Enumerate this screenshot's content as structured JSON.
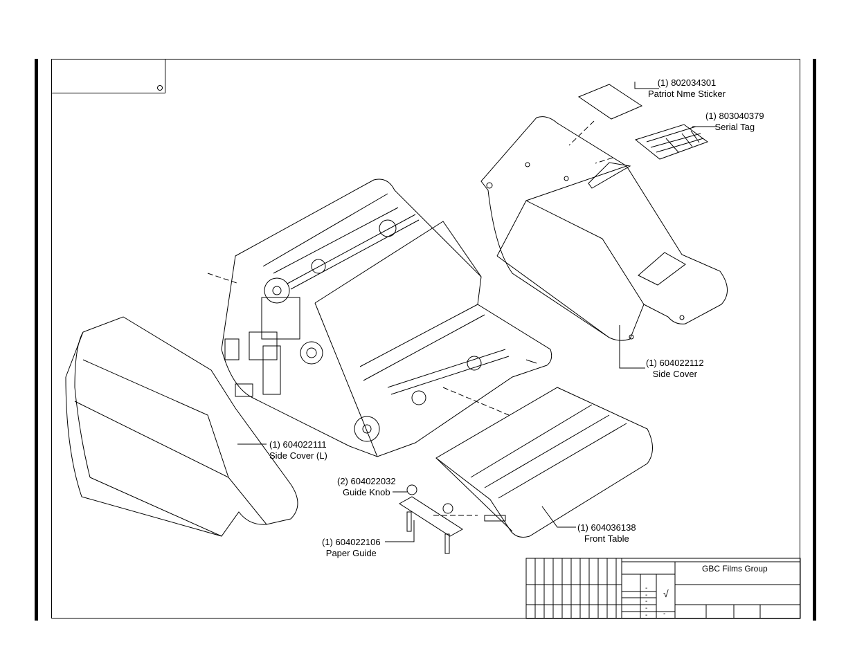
{
  "callouts": [
    {
      "id": "sticker",
      "line1": "(1) 802034301",
      "line2": "Patriot Nme Sticker"
    },
    {
      "id": "serial-tag",
      "line1": "(1) 803040379",
      "line2": "Serial Tag"
    },
    {
      "id": "side-cover",
      "line1": "(1) 604022112",
      "line2": "Side Cover"
    },
    {
      "id": "side-cover-l",
      "line1": "(1) 604022111",
      "line2": "Side Cover (L)"
    },
    {
      "id": "guide-knob",
      "line1": "(2) 604022032",
      "line2": "Guide Knob"
    },
    {
      "id": "paper-guide",
      "line1": "(1) 604022106",
      "line2": "Paper Guide"
    },
    {
      "id": "front-table",
      "line1": "(1) 604036138",
      "line2": "Front Table"
    }
  ],
  "title_block": {
    "company": "GBC Films Group",
    "check_mark": "√",
    "dashes": [
      "-",
      "-",
      "-",
      "-",
      "-"
    ],
    "dash_right": "-"
  }
}
